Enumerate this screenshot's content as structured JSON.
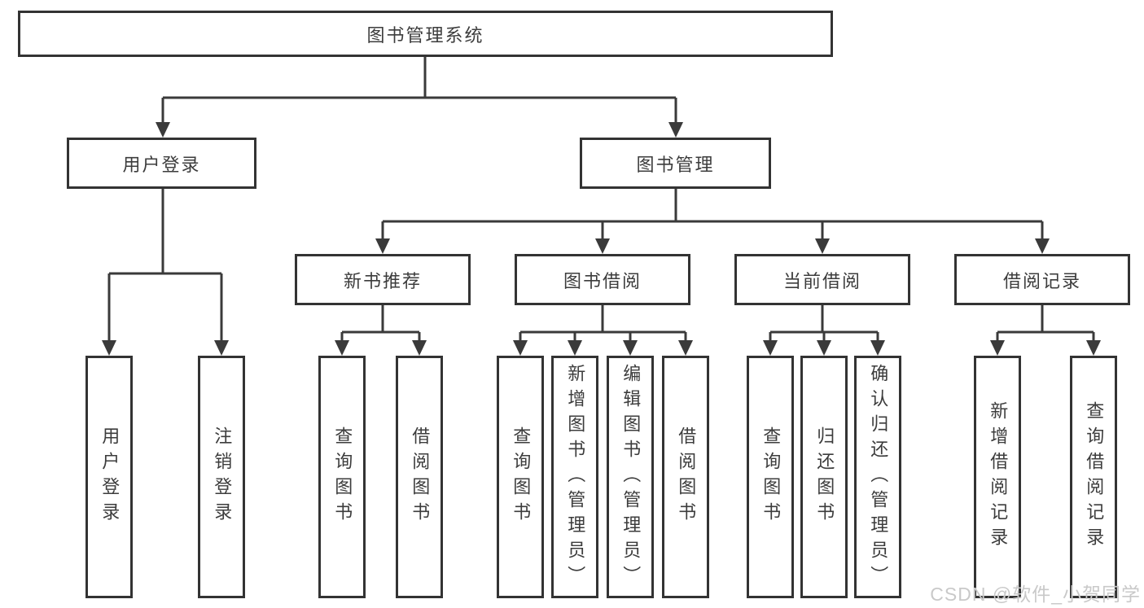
{
  "diagram": {
    "root": "图书管理系统",
    "level2": {
      "user_login": "用户登录",
      "book_mgmt": "图书管理"
    },
    "level3": {
      "new_books": "新书推荐",
      "borrow": "图书借阅",
      "current": "当前借阅",
      "records": "借阅记录"
    },
    "leaves": {
      "login": [
        "用户登录",
        "注销登录"
      ],
      "new_books": [
        "查询图书",
        "借阅图书"
      ],
      "borrow": [
        "查询图书",
        "新增图书（管理员）",
        "编辑图书（管理员）",
        "借阅图书"
      ],
      "current": [
        "查询图书",
        "归还图书",
        "确认归还（管理员）"
      ],
      "records": [
        "新增借阅记录",
        "查询借阅记录"
      ]
    }
  },
  "watermark": {
    "text": "CSDN @软件_小贺同学"
  },
  "colors": {
    "background": "#ffffff",
    "box_border": "#333333",
    "line": "#3a3a3a",
    "text": "#3c3c3c",
    "watermark": "#c9c9c9"
  }
}
